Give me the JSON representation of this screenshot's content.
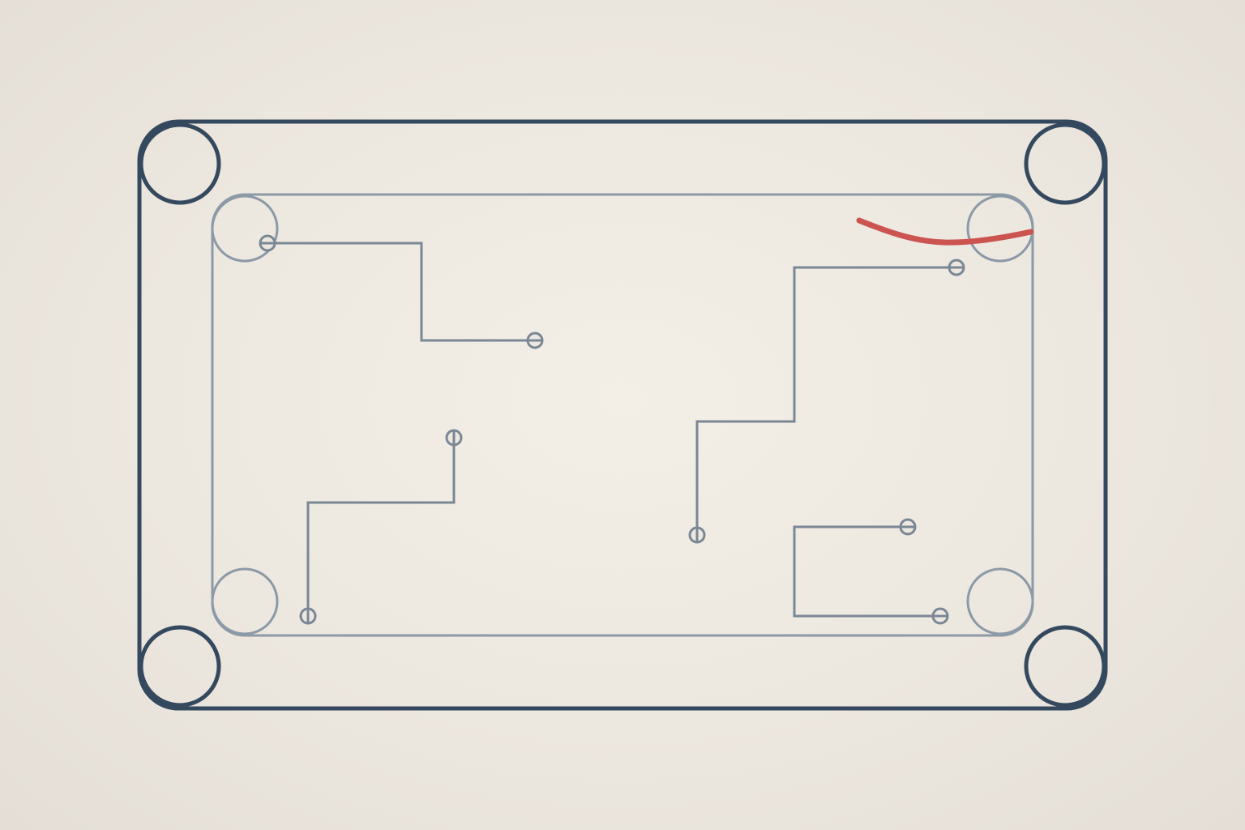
{
  "colors": {
    "background": "#ece7df",
    "outer_frame": "#34495e",
    "inner_frame": "#8c99a6",
    "traces": "#7a8794",
    "accent": "#cc5450"
  },
  "icons": {
    "corner": "circle",
    "pad": "ring-with-bar",
    "highlight": "curved-stroke"
  }
}
